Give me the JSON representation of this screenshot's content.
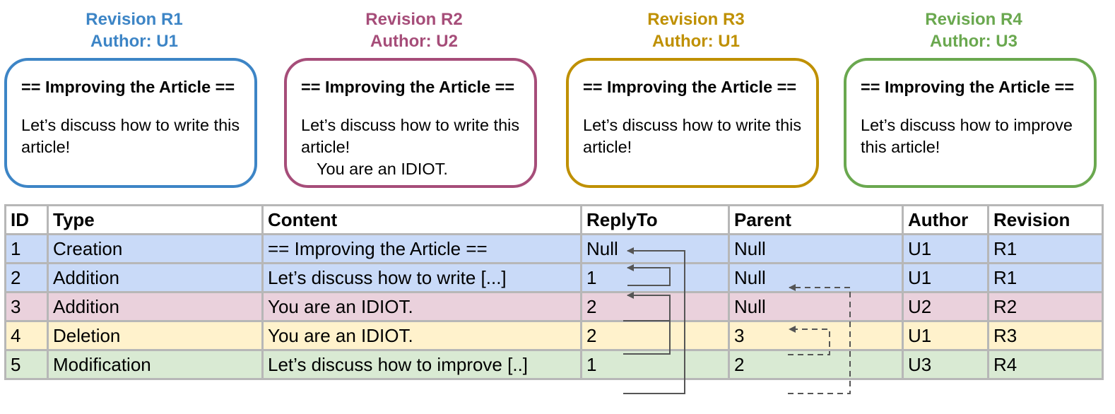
{
  "revisions": [
    {
      "title": "Revision R1",
      "author": "Author: U1",
      "color": "#3d85c6",
      "heading": "== Improving the Article ==",
      "lines": [
        "Let’s discuss how to write this",
        "article!"
      ],
      "extra": ""
    },
    {
      "title": "Revision R2",
      "author": "Author: U2",
      "color": "#a64d79",
      "heading": "== Improving the Article ==",
      "lines": [
        "Let’s discuss how to write this",
        "article!"
      ],
      "extra": "You are an IDIOT."
    },
    {
      "title": "Revision R3",
      "author": "Author: U1",
      "color": "#bf9000",
      "heading": "== Improving the Article ==",
      "lines": [
        "Let’s discuss how to write this",
        "article!"
      ],
      "extra": ""
    },
    {
      "title": "Revision R4",
      "author": "Author: U3",
      "color": "#6aa84f",
      "heading": "== Improving the Article ==",
      "lines": [
        "Let’s discuss how to improve",
        "this article!"
      ],
      "extra": ""
    }
  ],
  "table": {
    "headers": [
      "ID",
      "Type",
      "Content",
      "ReplyTo",
      "Parent",
      "Author",
      "Revision"
    ],
    "rows": [
      {
        "cells": [
          "1",
          "Creation",
          "== Improving the Article ==",
          "Null",
          "Null",
          "U1",
          "R1"
        ],
        "bg": "#c9daf8"
      },
      {
        "cells": [
          "2",
          "Addition",
          "Let’s discuss how to write [...]",
          "1",
          "Null",
          "U1",
          "R1"
        ],
        "bg": "#c9daf8"
      },
      {
        "cells": [
          "3",
          "Addition",
          "You are an IDIOT.",
          "2",
          "Null",
          "U2",
          "R2"
        ],
        "bg": "#ead1dc"
      },
      {
        "cells": [
          "4",
          "Deletion",
          "You are an IDIOT.",
          "2",
          "3",
          "U1",
          "R3"
        ],
        "bg": "#fff2cc"
      },
      {
        "cells": [
          "5",
          "Modification",
          "Let’s discuss how to improve [..]",
          "1",
          "2",
          "U3",
          "R4"
        ],
        "bg": "#d9ead3"
      }
    ]
  },
  "arrow_color": "#555555"
}
